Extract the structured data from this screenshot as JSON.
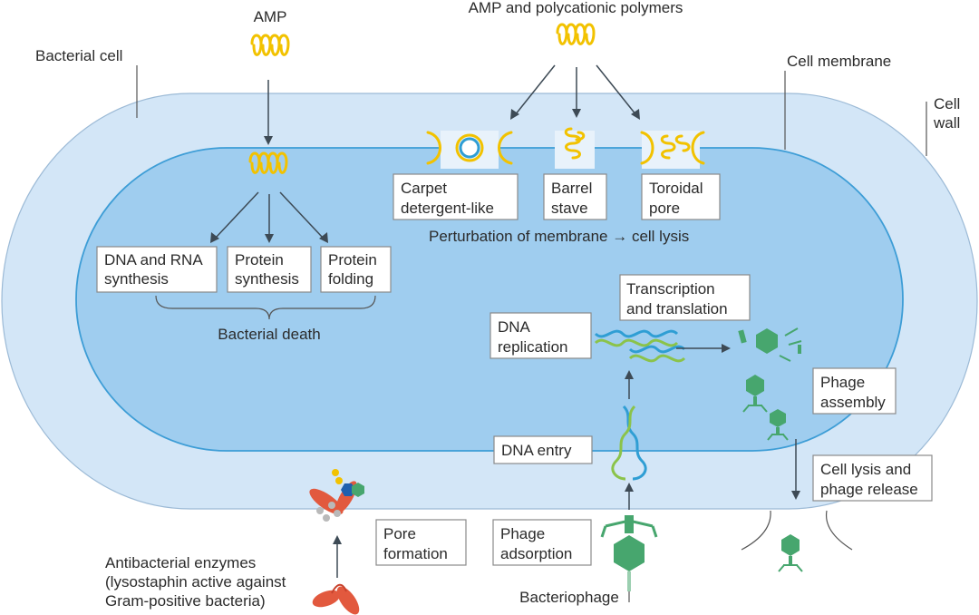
{
  "labels": {
    "amp": "AMP",
    "amp_polymers": "AMP and polycationic polymers",
    "bacterial_cell": "Bacterial cell",
    "cell_membrane": "Cell membrane",
    "cell_wall": [
      "Cell",
      "wall"
    ],
    "carpet": [
      "Carpet",
      "detergent-like"
    ],
    "barrel": [
      "Barrel",
      "stave"
    ],
    "toroidal": [
      "Toroidal",
      "pore"
    ],
    "perturbation": "Perturbation of membrane → cell lysis",
    "dna_rna": [
      "DNA and RNA",
      "synthesis"
    ],
    "protein_synthesis": [
      "Protein",
      "synthesis"
    ],
    "protein_folding": [
      "Protein",
      "folding"
    ],
    "bacterial_death": "Bacterial death",
    "dna_replication": [
      "DNA",
      "replication"
    ],
    "transcription": [
      "Transcription",
      "and translation"
    ],
    "phage_assembly": [
      "Phage",
      "assembly"
    ],
    "dna_entry": "DNA entry",
    "cell_lysis": [
      "Cell lysis and",
      "phage release"
    ],
    "pore_formation": [
      "Pore",
      "formation"
    ],
    "phage_adsorption": [
      "Phage",
      "adsorption"
    ],
    "enzymes": [
      "Antibacterial enzymes",
      "(lysostaphin active against",
      "Gram-positive bacteria)"
    ],
    "bacteriophage": "Bacteriophage"
  },
  "colors": {
    "cell_wall": "#d3e6f7",
    "cytoplasm": "#9fcdef",
    "amp": "#f2c200",
    "enzyme": "#e2593e",
    "phage": "#47a66e",
    "dna_strand_a": "#2f9ed4",
    "dna_strand_b": "#8bc34a"
  }
}
